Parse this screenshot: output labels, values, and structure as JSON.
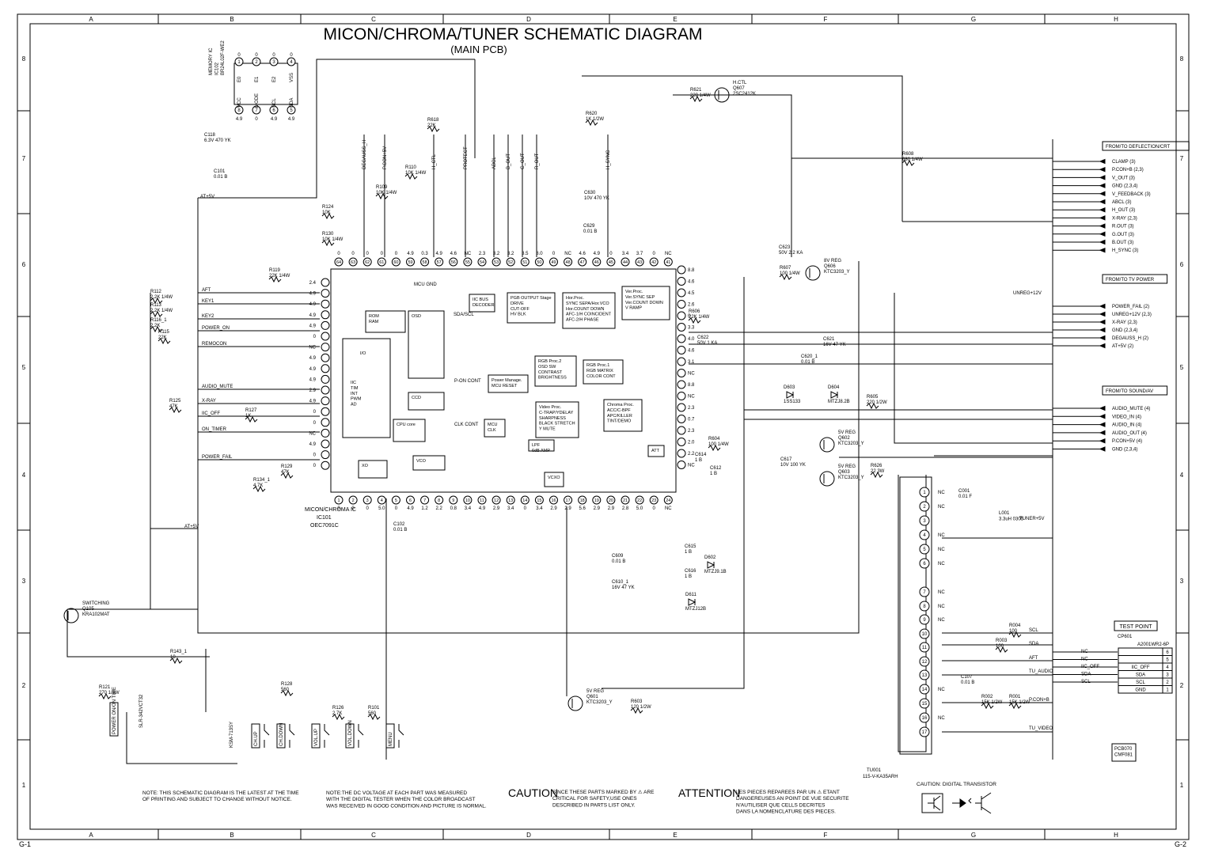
{
  "title": "MICON/CHROMA/TUNER SCHEMATIC DIAGRAM",
  "subtitle": "(MAIN PCB)",
  "grid": {
    "cols": [
      "A",
      "B",
      "C",
      "D",
      "E",
      "F",
      "G",
      "H"
    ],
    "rows": [
      "8",
      "7",
      "6",
      "5",
      "4",
      "3",
      "2",
      "1"
    ],
    "page_left": "G-1",
    "page_right": "G-2"
  },
  "memory_ic": {
    "label": "MEMORY IC\nIC102\nBR24L02F-WE2",
    "top_pins": [
      "E0",
      "E1",
      "E2",
      "VSS"
    ],
    "top_nums": [
      "1",
      "2",
      "3",
      "4"
    ],
    "top_vals": [
      "0",
      "0",
      "0",
      "0"
    ],
    "bottom_pins": [
      "VCC",
      "MODE",
      "SCL",
      "SDA"
    ],
    "bottom_nums": [
      "8",
      "7",
      "6",
      "5"
    ],
    "bottom_vals": [
      "4.9",
      "0",
      "4.9",
      "4.9"
    ]
  },
  "micon": {
    "label": "MICON/CHROMA IC",
    "ref": "IC101",
    "part": "OEC7091C",
    "blocks": {
      "io": "I/O",
      "rom": "ROM\nRAM",
      "osd": "OSD",
      "iic": "IIC\nTIM\nINT\nPWM\nAD",
      "ccd": "CCD",
      "cpu": "CPU core",
      "vco": "VCO",
      "xo": "XO",
      "iicbus": "IIC BUS\nDECODER",
      "rgbout": "PGB OUTPUT Stage\nDRIVE\nCUT-OFF\nHV BLK",
      "hor": "Hor.Proc.\nSYNC SEPA/Hor.VCO\nHor.COUNT DOWN\nAFC-1/H COINCIDENT\nAFC-2/H PHASE",
      "ver": "Ver.Proc.\nVer.SYNC SEP\nVer.COUNT DOWN\nV RAMP",
      "rgb2": "RGB Proc.2\nOSD SW\nCONTRAST\nBRIGHTNESS",
      "rgb1": "RGB Proc.1\nRGB MATRIX\nCOLOR CONT",
      "power": "Power Manage.\nMCU RESET",
      "video": "Video Proc.\nC-TRAP/YDELAY\nSHARPNESS\nBLACK STRETCH\nY MUTE",
      "chroma": "Chroma Proc.\nACC/C-BPF\nAPC/KILLER\nTINT/DEMO",
      "mcu": "MCU\nCLK",
      "lpf": "LPF\n6dB AMP",
      "vcxo": "VCXO",
      "att": "ATT"
    },
    "bottom_pins": [
      "1",
      "2",
      "3",
      "4",
      "5",
      "6",
      "7",
      "8",
      "9",
      "10",
      "11",
      "12",
      "13",
      "14",
      "15",
      "16",
      "17",
      "18",
      "19",
      "20",
      "21",
      "22",
      "23",
      "24"
    ],
    "bottom_vals": [
      "0",
      "0",
      "0",
      "5.0",
      "0",
      "4.9",
      "1.2",
      "2.2",
      "0.8",
      "3.4",
      "4.9",
      "2.9",
      "3.4",
      "0",
      "3.4",
      "2.9",
      "2.9",
      "5.6",
      "2.9",
      "2.9",
      "2.8",
      "5.0",
      "0",
      "NC"
    ],
    "top_pins": [
      "64",
      "63",
      "62",
      "61",
      "60",
      "59",
      "58",
      "57",
      "56",
      "55",
      "54",
      "53",
      "52",
      "51",
      "50",
      "49",
      "48",
      "47",
      "46",
      "45",
      "44",
      "43",
      "42",
      "41"
    ],
    "top_vals": [
      "0",
      "0",
      "0",
      "0",
      "0",
      "4.9",
      "0.3",
      "4.9",
      "4.6",
      "NC",
      "2.3",
      "3.2",
      "3.2",
      "3.5",
      "8.0",
      "0",
      "NC",
      "4.6",
      "4.9",
      "0",
      "3.4",
      "3.7",
      "0",
      "NC"
    ],
    "left_vals": [
      "2.4",
      "4.9",
      "4.9",
      "4.9",
      "4.9",
      "0",
      "NC",
      "4.9",
      "4.9",
      "4.9",
      "2.9",
      "4.9",
      "0",
      "0",
      "NC",
      "4.9",
      "0",
      "0"
    ],
    "right_vals": [
      "8.8",
      "4.6",
      "4.5",
      "2.6",
      "0",
      "3.3",
      "4.0",
      "4.6",
      "3.1",
      "NC",
      "8.8",
      "NC",
      "2.3",
      "0.7",
      "2.3",
      "2.0",
      "2.2",
      "NC"
    ]
  },
  "left_signals": [
    "AFT",
    "KEY1",
    "KEY2",
    "POWER_ON",
    "REMOCON",
    "AUDIO_MUTE",
    "X-RAY",
    "IIC_OFF",
    "ON_TIMER",
    "POWER_FAIL"
  ],
  "top_signals": [
    "DEGAUSS_H",
    "H_CTL",
    "PROTECT",
    "P.CON+5V",
    "ABCL",
    "B_OUT",
    "G_OUT",
    "R_OUT",
    "H_SYNC"
  ],
  "resistors": [
    {
      "ref": "R112",
      "val": "2.2K 1/4W"
    },
    {
      "ref": "R113",
      "val": "2.2K 1/4W"
    },
    {
      "ref": "R116_1",
      "val": "2.2K"
    },
    {
      "ref": "R115",
      "val": "22K"
    },
    {
      "ref": "R125",
      "val": "47K"
    },
    {
      "ref": "R127",
      "val": "1K"
    },
    {
      "ref": "R129",
      "val": "47K"
    },
    {
      "ref": "R134_1",
      "val": "4.7K"
    },
    {
      "ref": "R119",
      "val": "22K 1/4W"
    },
    {
      "ref": "R109",
      "val": "10K 1/4W"
    },
    {
      "ref": "R110",
      "val": "10K 1/4W"
    },
    {
      "ref": "R124",
      "val": "10K"
    },
    {
      "ref": "R130",
      "val": "10K 1/4W"
    },
    {
      "ref": "R618",
      "val": "22K"
    },
    {
      "ref": "R621",
      "val": "220 1/4W"
    },
    {
      "ref": "R620",
      "val": "1K 1/2W"
    },
    {
      "ref": "R608",
      "val": "680 1/4W"
    },
    {
      "ref": "R607",
      "val": "100 1/4W"
    },
    {
      "ref": "R606",
      "val": "22K 1/4W"
    },
    {
      "ref": "R605",
      "val": "220 1/2W"
    },
    {
      "ref": "R604",
      "val": "100 1/4W"
    },
    {
      "ref": "R626",
      "val": "22 3W"
    },
    {
      "ref": "R603",
      "val": "120 1/2W"
    },
    {
      "ref": "R128",
      "val": "560"
    },
    {
      "ref": "R126",
      "val": "2.7K"
    },
    {
      "ref": "R101",
      "val": "560"
    },
    {
      "ref": "R143_1",
      "val": "10"
    },
    {
      "ref": "R121",
      "val": "270 1/4W"
    },
    {
      "ref": "R004",
      "val": "100"
    },
    {
      "ref": "R003",
      "val": "100"
    },
    {
      "ref": "R002",
      "val": "15K 1/2W"
    },
    {
      "ref": "R001",
      "val": "15K 1/2W"
    }
  ],
  "capacitors": [
    {
      "ref": "C118",
      "val": "6.3V 470 YK"
    },
    {
      "ref": "C101",
      "val": "0.01 B"
    },
    {
      "ref": "C623",
      "val": "50V 2.2 KA"
    },
    {
      "ref": "C622",
      "val": "50V 1 KA"
    },
    {
      "ref": "C621",
      "val": "16V 47 YK"
    },
    {
      "ref": "C620_1",
      "val": "0.01 B"
    },
    {
      "ref": "C617",
      "val": "10V 100 YK"
    },
    {
      "ref": "C614",
      "val": "1 B"
    },
    {
      "ref": "C612",
      "val": "1 B"
    },
    {
      "ref": "C615",
      "val": "1 B"
    },
    {
      "ref": "C616",
      "val": "1 B"
    },
    {
      "ref": "C609",
      "val": "0.01 B"
    },
    {
      "ref": "C610_1",
      "val": "16V 47 YK"
    },
    {
      "ref": "C630",
      "val": "10V 470 YK"
    },
    {
      "ref": "C629",
      "val": "0.01 B"
    },
    {
      "ref": "C102",
      "val": "0.01 B"
    },
    {
      "ref": "C001",
      "val": "0.01 F"
    },
    {
      "ref": "C107",
      "val": "0.01 B"
    }
  ],
  "transistors": [
    {
      "ref": "Q607",
      "name": "H.CTL",
      "part": "2SC2412K"
    },
    {
      "ref": "Q606",
      "name": "8V REG",
      "part": "KTC3203_Y"
    },
    {
      "ref": "Q602",
      "name": "5V REG",
      "part": "KTC3203_Y"
    },
    {
      "ref": "Q603",
      "name": "5V REG",
      "part": "KTC3203_Y"
    },
    {
      "ref": "Q601",
      "name": "5V REG",
      "part": "KTC3203_Y"
    },
    {
      "ref": "Q105",
      "name": "SWITCHING",
      "part": "KRA102MAT"
    }
  ],
  "diodes": [
    {
      "ref": "D603",
      "val": "1SS133"
    },
    {
      "ref": "D604",
      "val": "MTZJ8.2B"
    },
    {
      "ref": "D602",
      "val": "MTZJ9.1B"
    },
    {
      "ref": "D611",
      "val": "MTZJ12B"
    }
  ],
  "deflection_box": {
    "title": "FROM/TO DEFLECTION/CRT",
    "items": [
      "CLAMP (3)",
      "P.CON+B (2,3)",
      "V_OUT (3)",
      "GND (2,3,4)",
      "V_FEEDBACK (3)",
      "ABCL (3)",
      "H_OUT (3)",
      "X-RAY (2,3)",
      "R.OUT (3)",
      "G.OUT (3)",
      "B.OUT (3)",
      "H_SYNC (3)"
    ]
  },
  "power_box": {
    "title": "FROM/TO TV POWER",
    "items": [
      "POWER_FAIL (2)",
      "UNREG+12V (2,3)",
      "X-RAY (2,3)",
      "GND (2,3,4)",
      "DEGAUSS_H (2)",
      "AT+5V (2)"
    ]
  },
  "sound_box": {
    "title": "FROM/TO SOUND/AV",
    "items": [
      "AUDIO_MUTE (4)",
      "VIDEO_IN (4)",
      "AUDIO_IN (4)",
      "AUDIO_OUT (4)",
      "P.CON+5V (4)",
      "GND (2,3,4)"
    ]
  },
  "tuner": {
    "ref": "TU001",
    "part": "115-V-KA35ARH",
    "pins": [
      "1",
      "2",
      "3",
      "4",
      "5",
      "6",
      "7",
      "8",
      "9",
      "10",
      "11",
      "12",
      "13",
      "14",
      "15",
      "16",
      "17"
    ],
    "pin_labels": [
      "NC",
      "NC",
      "",
      "NC",
      "NC",
      "NC",
      "NC",
      "NC",
      "NC",
      "SCL",
      "SDA",
      "AFT",
      "TU_AUDIO",
      "NC",
      "P.CON+B",
      "NC",
      "TU_VIDEO"
    ]
  },
  "test_point": {
    "title": "TEST POINT",
    "ref": "CP601",
    "part": "A2001WR2-6P",
    "rows": [
      {
        "num": "6",
        "name": "",
        "left": "NC"
      },
      {
        "num": "5",
        "name": "",
        "left": "NC"
      },
      {
        "num": "4",
        "name": "IIC_OFF",
        "left": "IIC_OFF"
      },
      {
        "num": "3",
        "name": "SDA",
        "left": "SDA"
      },
      {
        "num": "2",
        "name": "SCL",
        "left": "SCL"
      },
      {
        "num": "1",
        "name": "GND",
        "left": ""
      }
    ]
  },
  "switches": [
    "CH.UP",
    "CH.DOWN",
    "VOL.UP",
    "VOL.DOWN",
    "MENU"
  ],
  "misc_labels": {
    "unreg12": "UNREG+12V",
    "tuner5v": "TUNER+5V",
    "at5v": "AT+5V",
    "led": "POWER ON/ON TIME",
    "led_part": "SLR-342VCT32",
    "ir": "KSM-713SY",
    "l001": "L001\n3.3uH 0305",
    "pcb": "PCB070\nCMF081",
    "mcu_gnd": "MCU GND",
    "sda_scl": "SDA/SCL",
    "pon_cont": "P-ON CONT",
    "clk_cont": "CLK CONT"
  },
  "notes": {
    "note1": "NOTE: THIS SCHEMATIC DIAGRAM IS THE LATEST AT THE TIME\nOF PRINTING AND SUBJECT TO CHANGE WITHOUT NOTICE.",
    "note2": "NOTE:THE DC VOLTAGE AT EACH PART WAS MEASURED\nWITH THE DIGITAL TESTER WHEN THE COLOR BROADCAST\nWAS RECEIVED IN GOOD CONDITION AND PICTURE IS NORMAL.",
    "caution_title": "CAUTION",
    "caution": "SINCE THESE PARTS MARKED BY ⚠ ARE\nCRITICAL FOR SAFETY,USE ONES\nDESCRIBED IN PARTS LIST ONLY.",
    "attention_title": "ATTENTION",
    "attention": "LES PIECES REPAREES PAR UN ⚠ ETANT\nDANGEREUSES AN POINT DE VUE SECURITE\nN'AUTILISER QUE CELLS DECRITES\nDANS LA NOMENCLATURE DES PIECES.",
    "digital": "CAUTION: DIGITAL TRANSISTOR"
  }
}
